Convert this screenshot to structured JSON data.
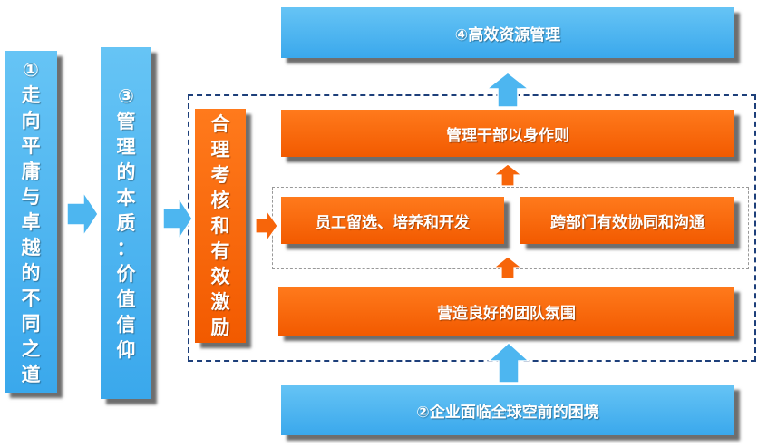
{
  "left_col1": {
    "chars": [
      "①",
      "走",
      "向",
      "平",
      "庸",
      "与",
      "卓",
      "越",
      "的",
      "不",
      "同",
      "之",
      "道"
    ]
  },
  "left_col2": {
    "chars": [
      "③",
      "管",
      "理",
      "的",
      "本",
      "质",
      "：",
      "价",
      "值",
      "信",
      "仰"
    ]
  },
  "left_col3": {
    "chars": [
      "合",
      "理",
      "考",
      "核",
      "和",
      "有",
      "效",
      "激",
      "励"
    ]
  },
  "top_box": {
    "label": "④高效资源管理"
  },
  "managers_box": {
    "label": "管理干部以身作则"
  },
  "staff_box": {
    "label": "员工留选、培养和开发"
  },
  "crossdept_box": {
    "label": "跨部门有效协同和沟通"
  },
  "team_box": {
    "label": "营造良好的团队氛围"
  },
  "bottom_box": {
    "label": "②企业面临全球空前的困境"
  },
  "colors": {
    "blue": "#4db6f0",
    "orange": "#f7650a",
    "dashed_border": "#1d3f7a"
  }
}
